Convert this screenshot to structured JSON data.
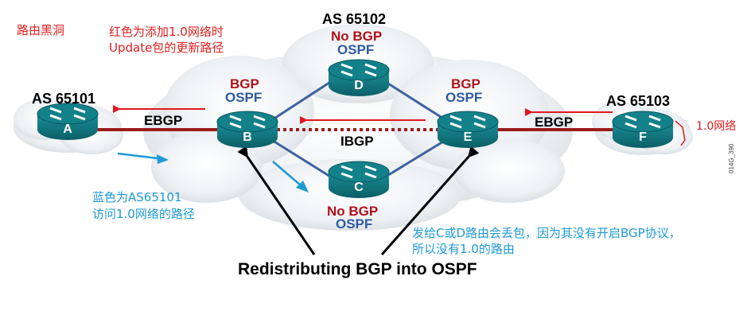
{
  "notes": {
    "blackhole": "路由黑洞",
    "red_line1": "红色为添加1.0网络时",
    "red_line2": "Update包的更新路径",
    "blue_line1": "蓝色为AS65101",
    "blue_line2": "访问1.0网络的路径",
    "bottom_line1": "发给C或D路由会丢包，因为其没有开启BGP协议，",
    "bottom_line2": "所以没有1.0的路由",
    "network": "1.0网络"
  },
  "as_labels": {
    "left": "AS 65101",
    "middle": "AS 65102",
    "right": "AS 65103"
  },
  "routers": {
    "A": "A",
    "B": "B",
    "C": "C",
    "D": "D",
    "E": "E",
    "F": "F"
  },
  "protocols": {
    "b_bgp": "BGP",
    "b_ospf": "OSPF",
    "e_bgp": "BGP",
    "e_ospf": "OSPF",
    "d_nobgp": "No BGP",
    "d_ospf": "OSPF",
    "c_nobgp": "No BGP",
    "c_ospf": "OSPF"
  },
  "links": {
    "ebgp_left": "EBGP",
    "ebgp_right": "EBGP",
    "ibgp": "IBGP"
  },
  "caption": "Redistributing BGP into OSPF",
  "side_code": "014G_390",
  "colors": {
    "router": "#13818a",
    "ebgp_link": "#9c1b1b",
    "ospf_link": "#3d62a0",
    "update_arrow": "#e0181f",
    "traffic_arrow": "#1e9ad6"
  }
}
